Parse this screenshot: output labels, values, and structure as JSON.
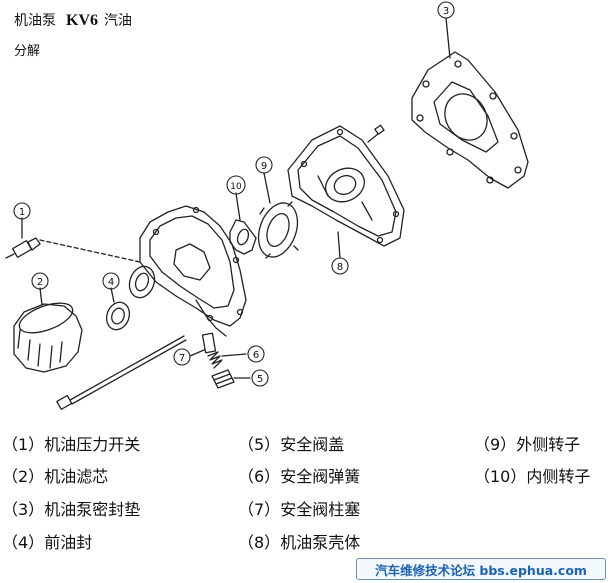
{
  "header": {
    "title_a": "机油泵",
    "title_b": "KV6",
    "title_c": "汽油",
    "subtitle": "分解"
  },
  "callouts": [
    "1",
    "2",
    "3",
    "4",
    "5",
    "6",
    "7",
    "8",
    "9",
    "10"
  ],
  "legend": [
    {
      "num": "（1）",
      "text": "机油压力开关"
    },
    {
      "num": "（2）",
      "text": "机油滤芯"
    },
    {
      "num": "（3）",
      "text": "机油泵密封垫"
    },
    {
      "num": "（4）",
      "text": "前油封"
    },
    {
      "num": "（5）",
      "text": "安全阀盖"
    },
    {
      "num": "（6）",
      "text": "安全阀弹簧"
    },
    {
      "num": "（7）",
      "text": "安全阀柱塞"
    },
    {
      "num": "（8）",
      "text": "机油泵壳体"
    },
    {
      "num": "（9）",
      "text": "外侧转子"
    },
    {
      "num": "（10）",
      "text": "内侧转子"
    }
  ],
  "watermark": "汽车维修技术论坛 bbs.ephua.com"
}
